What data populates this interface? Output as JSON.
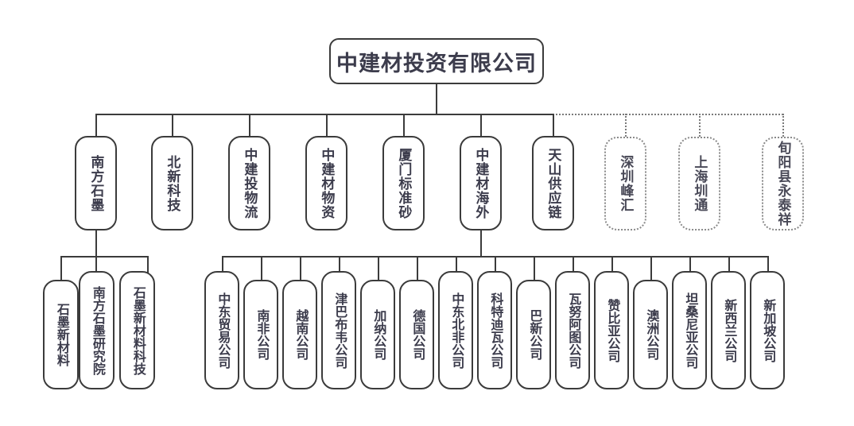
{
  "diagram": {
    "type": "org-chart",
    "title_node": "中建材投资有限公司",
    "colors": {
      "line": "#3b3b3b",
      "dotted_line": "#7a7a7a",
      "text": "#3c3c4c",
      "background": "#ffffff"
    },
    "root": {
      "label": "中建材投资有限公司"
    },
    "level2": [
      {
        "label": "南方石墨",
        "style": "solid"
      },
      {
        "label": "北新科技",
        "style": "solid"
      },
      {
        "label": "中建投物流",
        "style": "solid"
      },
      {
        "label": "中建材物资",
        "style": "solid"
      },
      {
        "label": "厦门标准砂",
        "style": "solid"
      },
      {
        "label": "中建材海外",
        "style": "solid"
      },
      {
        "label": "天山供应链",
        "style": "solid"
      },
      {
        "label": "深圳峰汇",
        "style": "dotted"
      },
      {
        "label": "上海圳通",
        "style": "dotted"
      },
      {
        "label": "旬阳县永泰祥",
        "style": "dotted"
      }
    ],
    "graphite_children": [
      {
        "label": "石墨新材料"
      },
      {
        "label": "南方石墨研究院"
      },
      {
        "label": "石墨新材料科技"
      }
    ],
    "overseas_children": [
      {
        "label": "中东贸易公司"
      },
      {
        "label": "南非公司"
      },
      {
        "label": "越南公司"
      },
      {
        "label": "津巴布韦公司"
      },
      {
        "label": "加纳公司"
      },
      {
        "label": "德国公司"
      },
      {
        "label": "中东北非公司"
      },
      {
        "label": "科特迪瓦公司"
      },
      {
        "label": "巴新公司"
      },
      {
        "label": "瓦努阿图公司"
      },
      {
        "label": "赞比亚公司"
      },
      {
        "label": "澳洲公司"
      },
      {
        "label": "坦桑尼亚公司"
      },
      {
        "label": "新西兰公司"
      },
      {
        "label": "新加坡公司"
      }
    ]
  }
}
